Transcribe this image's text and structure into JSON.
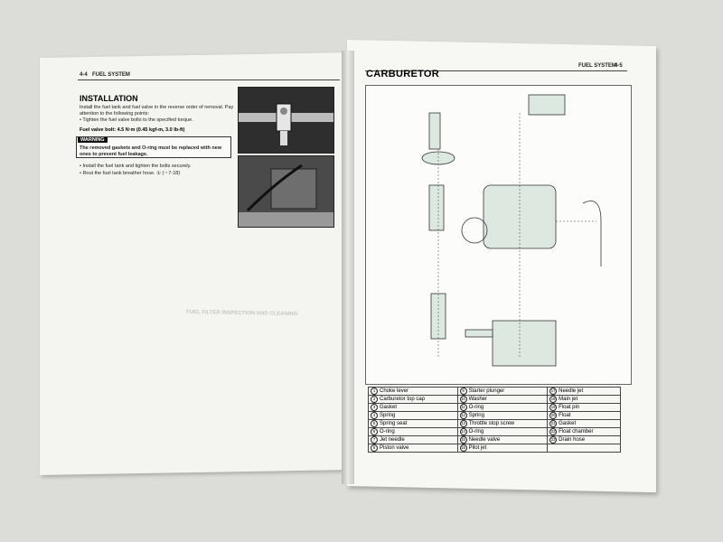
{
  "left_page": {
    "header_number": "4-4",
    "header_label": "FUEL SYSTEM",
    "title": "INSTALLATION",
    "intro": "Install the fuel tank and fuel valve in the reverse order of removal. Pay attention to the following points:",
    "bullet1": "• Tighten the fuel valve bolts to the specified torque.",
    "torque": "Fuel valve bolt: 4.5 N·m (0.45 kgf-m, 3.0 lb-ft)",
    "warning_label": "WARNING",
    "warning_text": "The removed gaskets and O-ring must be replaced with new ones to prevent fuel leakage.",
    "line2": "• Install the fuel tank and tighten the bolts securely.",
    "line3": "• Rout the fuel tank breather hose. ① (☞7-18)",
    "ghost_heading": "FUEL FILTER INSPECTION AND CLEANING"
  },
  "right_page": {
    "header_label": "FUEL SYSTEM",
    "header_number": "4-5",
    "title": "CARBURETOR",
    "parts": [
      [
        "1",
        "Choke lever",
        "9",
        "Starter plunger",
        "17",
        "Needle jet"
      ],
      [
        "2",
        "Carburetor top cap",
        "10",
        "Washer",
        "18",
        "Main jet"
      ],
      [
        "3",
        "Gasket",
        "11",
        "O-ring",
        "19",
        "Float pin"
      ],
      [
        "4",
        "Spring",
        "12",
        "Spring",
        "20",
        "Float"
      ],
      [
        "5",
        "Spring seat",
        "13",
        "Throttle stop screw",
        "21",
        "Gasket"
      ],
      [
        "6",
        "O-ring",
        "14",
        "O-ring",
        "22",
        "Float chamber"
      ],
      [
        "7",
        "Jet needle",
        "15",
        "Needle valve",
        "23",
        "Drain hose"
      ],
      [
        "8",
        "Piston valve",
        "16",
        "Pilot jet",
        "",
        ""
      ]
    ]
  }
}
